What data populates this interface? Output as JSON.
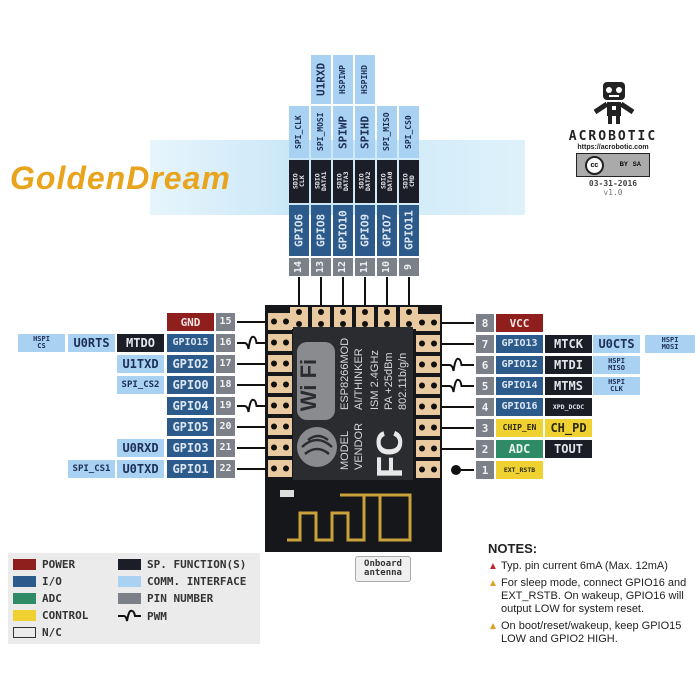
{
  "watermark": "GoldenDream",
  "module": {
    "model_label": "MODEL",
    "vendor_label": "VENDOR",
    "model": "ESP8266MOD",
    "vendor": "AI/THINKER",
    "specs": [
      "ISM 2.4GHz",
      "PA +25dBm",
      "802.11b/g/n"
    ],
    "wifi_logo": "Wi Fi",
    "fcc_logo": "FC",
    "antenna_callout": "Onboard\nantenna"
  },
  "top_pins": [
    {
      "num": "14",
      "labels": [
        {
          "text": "GPIO6",
          "type": "io"
        },
        {
          "text": "SDIO\nCLK",
          "type": "sp",
          "small": true
        },
        {
          "text": "SPI_CLK",
          "type": "comm",
          "small": true
        }
      ]
    },
    {
      "num": "13",
      "labels": [
        {
          "text": "GPIO8",
          "type": "io"
        },
        {
          "text": "SDIO\nDATA1",
          "type": "sp",
          "small": true
        },
        {
          "text": "SPI_MOSI",
          "type": "comm",
          "small": true
        },
        {
          "text": "U1RXD",
          "type": "comm"
        }
      ]
    },
    {
      "num": "12",
      "labels": [
        {
          "text": "GPIO10",
          "type": "io"
        },
        {
          "text": "SDIO\nDATA3",
          "type": "sp",
          "small": true
        },
        {
          "text": "SPIWP",
          "type": "comm"
        },
        {
          "text": "HSPIWP",
          "type": "comm",
          "small": true
        }
      ]
    },
    {
      "num": "11",
      "labels": [
        {
          "text": "GPIO9",
          "type": "io"
        },
        {
          "text": "SDIO\nDATA2",
          "type": "sp",
          "small": true
        },
        {
          "text": "SPIHD",
          "type": "comm"
        },
        {
          "text": "HSPIHD",
          "type": "comm",
          "small": true
        }
      ]
    },
    {
      "num": "10",
      "labels": [
        {
          "text": "GPIO7",
          "type": "io"
        },
        {
          "text": "SDIO\nDATA0",
          "type": "sp",
          "small": true
        },
        {
          "text": "SPI_MISO",
          "type": "comm",
          "small": true
        }
      ]
    },
    {
      "num": "9",
      "labels": [
        {
          "text": "GPIO11",
          "type": "io"
        },
        {
          "text": "SDIO\nCMD",
          "type": "sp",
          "small": true
        },
        {
          "text": "SPI_CS0",
          "type": "comm",
          "small": true
        }
      ]
    }
  ],
  "left_pins": [
    {
      "num": "15",
      "marker": "line",
      "labels": [
        {
          "text": "GND",
          "type": "power"
        }
      ]
    },
    {
      "num": "16",
      "marker": "pwm",
      "labels": [
        {
          "text": "GPIO15",
          "type": "io"
        },
        {
          "text": "MTDO",
          "type": "sp"
        },
        {
          "text": "U0RTS",
          "type": "comm"
        },
        {
          "text": "HSPI\nCS",
          "type": "comm",
          "small": true
        }
      ]
    },
    {
      "num": "17",
      "marker": "line",
      "labels": [
        {
          "text": "GPIO2",
          "type": "io"
        },
        {
          "text": "U1TXD",
          "type": "comm"
        }
      ]
    },
    {
      "num": "18",
      "marker": "line",
      "labels": [
        {
          "text": "GPIO0",
          "type": "io"
        },
        {
          "text": "SPI_CS2",
          "type": "comm",
          "small": true
        }
      ]
    },
    {
      "num": "19",
      "marker": "pwm",
      "labels": [
        {
          "text": "GPIO4",
          "type": "io"
        }
      ]
    },
    {
      "num": "20",
      "marker": "line",
      "labels": [
        {
          "text": "GPIO5",
          "type": "io"
        }
      ]
    },
    {
      "num": "21",
      "marker": "line",
      "labels": [
        {
          "text": "GPIO3",
          "type": "io"
        },
        {
          "text": "U0RXD",
          "type": "comm"
        }
      ]
    },
    {
      "num": "22",
      "marker": "line",
      "labels": [
        {
          "text": "GPIO1",
          "type": "io"
        },
        {
          "text": "U0TXD",
          "type": "comm"
        },
        {
          "text": "SPI_CS1",
          "type": "comm",
          "small": true
        }
      ]
    }
  ],
  "right_pins": [
    {
      "num": "8",
      "marker": "line",
      "labels": [
        {
          "text": "VCC",
          "type": "power"
        }
      ]
    },
    {
      "num": "7",
      "marker": "line",
      "labels": [
        {
          "text": "GPIO13",
          "type": "io"
        },
        {
          "text": "MTCK",
          "type": "sp"
        },
        {
          "text": "U0CTS",
          "type": "comm"
        },
        {
          "text": "HSPI\nMOSI",
          "type": "comm",
          "small": true
        }
      ]
    },
    {
      "num": "6",
      "marker": "pwm",
      "labels": [
        {
          "text": "GPIO12",
          "type": "io"
        },
        {
          "text": "MTDI",
          "type": "sp"
        },
        {
          "text": "HSPI\nMISO",
          "type": "comm",
          "small": true
        }
      ]
    },
    {
      "num": "5",
      "marker": "pwm",
      "labels": [
        {
          "text": "GPIO14",
          "type": "io"
        },
        {
          "text": "MTMS",
          "type": "sp"
        },
        {
          "text": "HSPI\nCLK",
          "type": "comm",
          "small": true
        }
      ]
    },
    {
      "num": "4",
      "marker": "line",
      "labels": [
        {
          "text": "GPIO16",
          "type": "io"
        },
        {
          "text": "XPD_DCDC",
          "type": "sp",
          "small": true
        }
      ]
    },
    {
      "num": "3",
      "marker": "line",
      "labels": [
        {
          "text": "CHIP_EN",
          "type": "control",
          "small": true
        },
        {
          "text": "CH_PD",
          "type": "control"
        }
      ]
    },
    {
      "num": "2",
      "marker": "line",
      "labels": [
        {
          "text": "ADC",
          "type": "adc"
        },
        {
          "text": "TOUT",
          "type": "sp"
        }
      ]
    },
    {
      "num": "1",
      "marker": "dot",
      "labels": [
        {
          "text": "EXT_RSTB",
          "type": "control",
          "small": true
        }
      ]
    }
  ],
  "legend": [
    {
      "label": "POWER",
      "type": "power"
    },
    {
      "label": "I/O",
      "type": "io"
    },
    {
      "label": "ADC",
      "type": "adc"
    },
    {
      "label": "CONTROL",
      "type": "control"
    },
    {
      "label": "N/C",
      "type": "nc"
    },
    {
      "label": "SP. FUNCTION(S)",
      "type": "sp"
    },
    {
      "label": "COMM. INTERFACE",
      "type": "comm"
    },
    {
      "label": "PIN NUMBER",
      "type": "pin"
    },
    {
      "label": "PWM",
      "type": "pwm"
    }
  ],
  "notes": {
    "title": "NOTES:",
    "items": [
      {
        "text": "Typ. pin current 6mA (Max. 12mA)",
        "color": "#c0282a"
      },
      {
        "text": "For sleep mode, connect GPIO16 and EXT_RSTB. On wakeup, GPIO16 will output LOW for system reset.",
        "color": "#e0a020"
      },
      {
        "text": "On boot/reset/wakeup, keep GPIO15 LOW and GPIO2 HIGH.",
        "color": "#e0a020"
      }
    ]
  },
  "brand": {
    "name": "ACROBOTIC",
    "url": "https://acrobotic.com",
    "license": "BY   SA",
    "date": "03-31-2016",
    "version": "v1.0"
  },
  "colors": {
    "power": "#8e1f1c",
    "io": "#2c5a8a",
    "adc": "#2f8a66",
    "control": "#f0d132",
    "sp": "#1b1e27",
    "comm": "#a9d1f1",
    "pin": "#7b8089"
  }
}
